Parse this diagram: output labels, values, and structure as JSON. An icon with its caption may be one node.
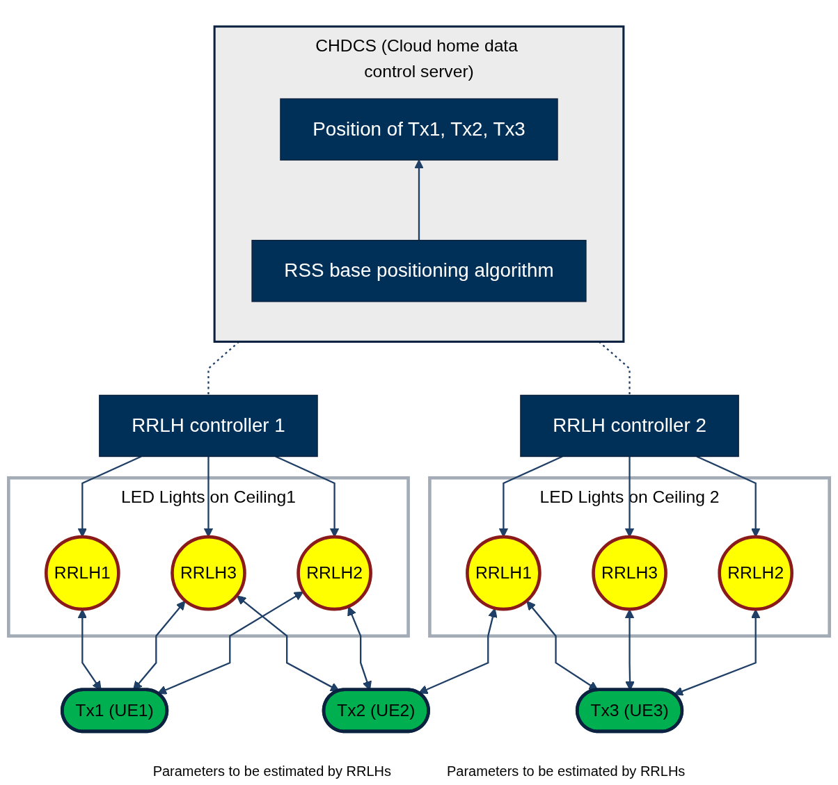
{
  "diagram": {
    "nodes": [
      {
        "text": [
          "CHDCS (Cloud home data control server)"
        ]
      },
      {
        "text": [
          "Position of Tx1, Tx2, Tx3"
        ],
        "in": 0
      },
      {
        "text": [
          "RSS base positioning algorithm"
        ],
        "in": 0
      },
      {
        "text": [
          "RRLH controller 1"
        ]
      },
      {
        "text": [
          "LED Lights on Ceiling1"
        ]
      },
      {
        "text": [
          "RRLH1"
        ],
        "in": 4
      },
      {
        "text": [
          "RRLH2"
        ],
        "in": 4
      },
      {
        "text": [
          "RRLH3"
        ],
        "in": 4
      },
      {
        "text": [
          "RRLH controller 2"
        ]
      },
      {
        "text": [
          "LED Lights on Ceiling 2"
        ]
      },
      {
        "text": [
          "RRLH1"
        ],
        "in": 9
      },
      {
        "text": [
          "RRLH2"
        ],
        "in": 9
      },
      {
        "text": [
          "RRLH3"
        ],
        "in": 9
      },
      {
        "text": [
          "Tx1 (UE1)"
        ]
      },
      {
        "text": [
          "Tx2 (UE2)"
        ]
      },
      {
        "text": [
          "Tx3 (UE3)"
        ]
      }
    ],
    "edges": [
      {
        "from": 2,
        "to": 1,
        "arrow": "to"
      },
      {
        "from": 0,
        "to": 3,
        "arrow": "none",
        "style": "dashed"
      },
      {
        "from": 0,
        "to": 8,
        "arrow": "none",
        "style": "dashed"
      },
      {
        "from": 3,
        "to": 7,
        "arrow": "to"
      },
      {
        "from": 3,
        "to": 6,
        "arrow": "to"
      },
      {
        "from": 3,
        "to": 5,
        "arrow": "to"
      },
      {
        "from": 8,
        "to": 12,
        "arrow": "to"
      },
      {
        "from": 8,
        "to": 11,
        "arrow": "to"
      },
      {
        "from": 8,
        "to": 10,
        "arrow": "to"
      },
      {
        "from": 13,
        "to": 5,
        "arrow": "both"
      },
      {
        "from": 13,
        "to": 7,
        "arrow": "both"
      },
      {
        "from": 13,
        "to": 6,
        "arrow": "both"
      },
      {
        "from": 14,
        "to": 7,
        "arrow": "both"
      },
      {
        "from": 14,
        "to": 6,
        "arrow": "both"
      },
      {
        "from": 14,
        "to": 10,
        "arrow": "both"
      },
      {
        "from": 15,
        "to": 10,
        "arrow": "both"
      },
      {
        "from": 15,
        "to": 12,
        "arrow": "both"
      },
      {
        "from": 15,
        "to": 11,
        "arrow": "both"
      }
    ],
    "labels": [
      "Parameters to be estimated by RRLHs",
      "Parameters to be estimated by RRLHs"
    ]
  }
}
